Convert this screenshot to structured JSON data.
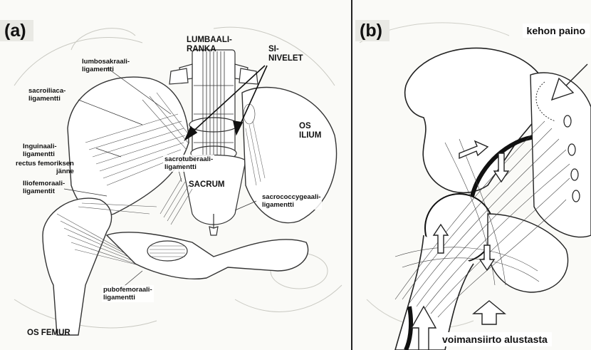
{
  "panel_a": {
    "tag": "(a)",
    "labels": {
      "lumbaali_ranka": "LUMBAALI-\nRANKA",
      "si_nivelet": "SI-\nNIVELET",
      "lumbosakraali": "lumbosakraali-\nligamentti",
      "sacroiliaca": "sacroiliaca-\nligamentti",
      "os_ilium": "OS\nILIUM",
      "inguinaali": "Inguinaali-\nligamentti",
      "rectus": "rectus femoriksen\njänne",
      "iliofemoraali": "Iliofemoraali-\nligamentit",
      "sacrotuberaali": "sacrotuberaali-\nligamentti",
      "sacrum": "SACRUM",
      "sacrococcygeaali": "sacrococcygeaali-\nligamentti",
      "pubofemoraali": "pubofemoraali-\nligamentti",
      "os_femur": "OS FEMUR"
    }
  },
  "panel_b": {
    "tag": "(b)",
    "top_caption": "kehon paino",
    "bottom_caption": "voimansiirto alustasta"
  },
  "colors": {
    "frame": "#222222",
    "line": "#333333",
    "bone_fill": "#ffffff",
    "tag_bg": "#e9e9e4",
    "cortex": "#111111"
  }
}
